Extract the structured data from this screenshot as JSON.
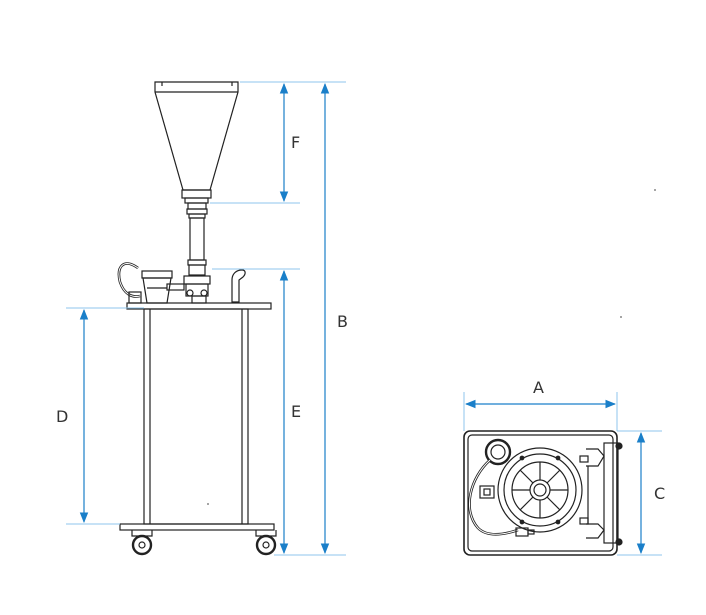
{
  "labels": {
    "a": "A",
    "b": "B",
    "c": "C",
    "d": "D",
    "e": "E",
    "f": "F"
  },
  "colors": {
    "dimension": "#1a7fc9",
    "extension": "#8fc6ec",
    "outline": "#222222",
    "text": "#333333"
  }
}
